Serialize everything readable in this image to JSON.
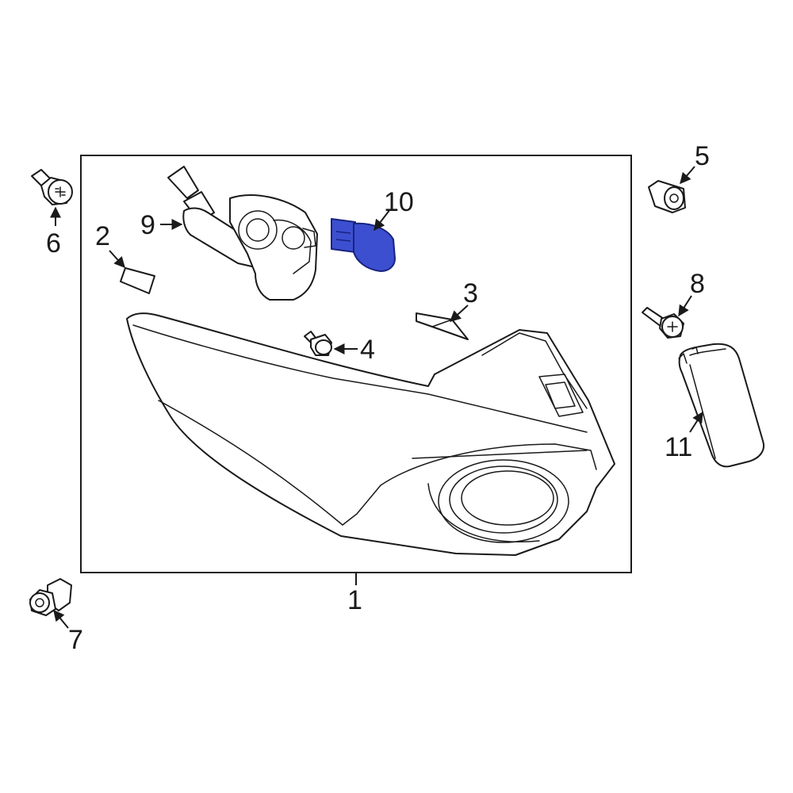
{
  "colors": {
    "line": "#1a1a1a",
    "background": "#ffffff",
    "highlight_fill": "#3b4fd0",
    "highlight_stroke": "#1a237e"
  },
  "callouts": {
    "c1": "1",
    "c2": "2",
    "c3": "3",
    "c4": "4",
    "c5": "5",
    "c6": "6",
    "c7": "7",
    "c8": "8",
    "c9": "9",
    "c10": "10",
    "c11": "11"
  }
}
